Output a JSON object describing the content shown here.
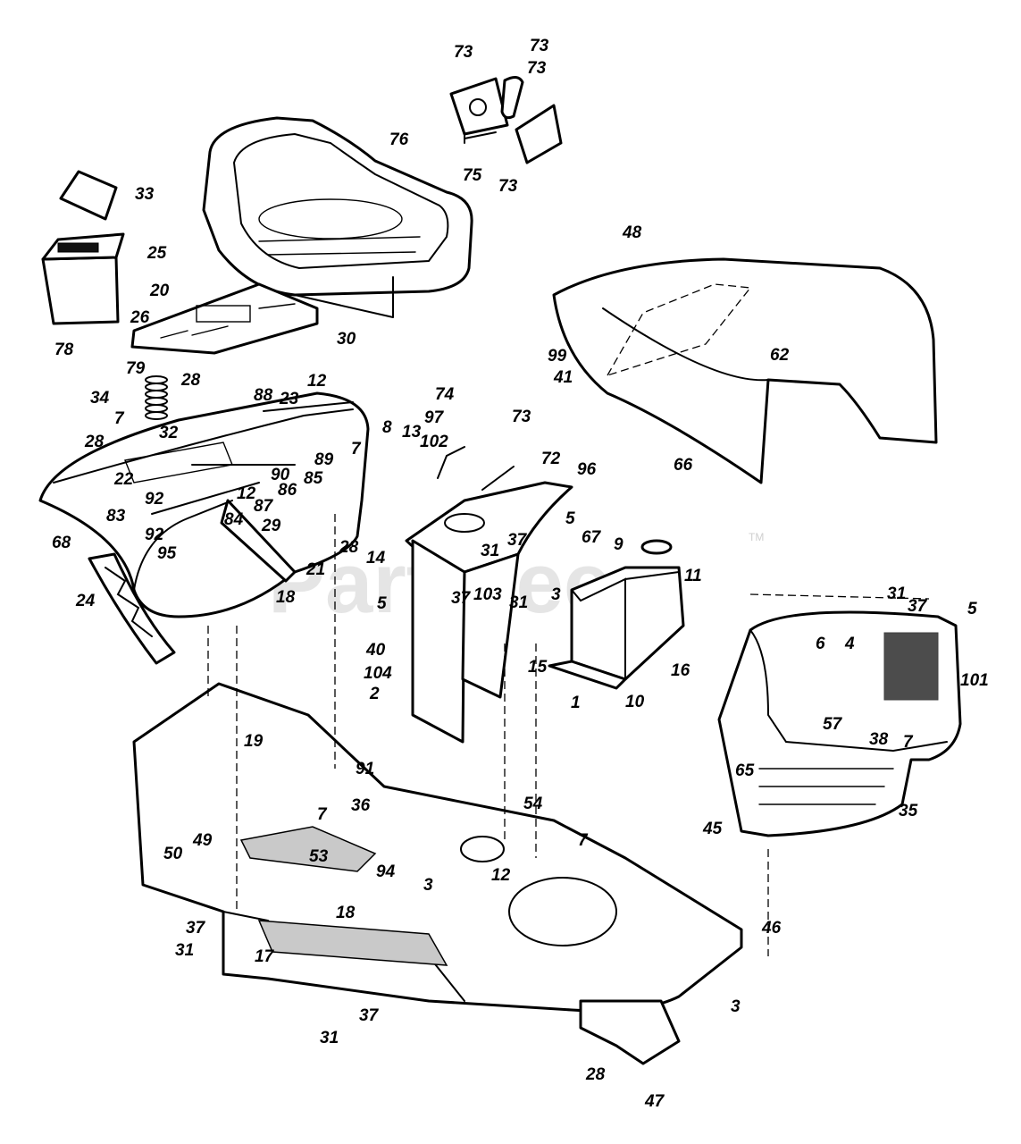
{
  "watermark": {
    "text": "PartTree",
    "trademark": "TM"
  },
  "part_labels": [
    "73",
    "73",
    "73",
    "73",
    "75",
    "76",
    "33",
    "25",
    "20",
    "26",
    "78",
    "79",
    "30",
    "48",
    "62",
    "99",
    "41",
    "34",
    "28",
    "7",
    "12",
    "88",
    "23",
    "7",
    "28",
    "32",
    "89",
    "22",
    "90",
    "86",
    "85",
    "12",
    "87",
    "74",
    "97",
    "73",
    "72",
    "8",
    "13",
    "102",
    "96",
    "66",
    "83",
    "92",
    "84",
    "68",
    "92",
    "95",
    "29",
    "28",
    "21",
    "14",
    "5",
    "67",
    "9",
    "11",
    "24",
    "18",
    "31",
    "37",
    "37",
    "31",
    "5",
    "40",
    "103",
    "3",
    "104",
    "2",
    "15",
    "1",
    "16",
    "10",
    "31",
    "37",
    "5",
    "6",
    "4",
    "101",
    "57",
    "38",
    "7",
    "65",
    "35",
    "45",
    "19",
    "91",
    "36",
    "7",
    "54",
    "49",
    "50",
    "53",
    "94",
    "3",
    "12",
    "7",
    "18",
    "37",
    "31",
    "17",
    "37",
    "31",
    "46",
    "3",
    "28",
    "47"
  ]
}
